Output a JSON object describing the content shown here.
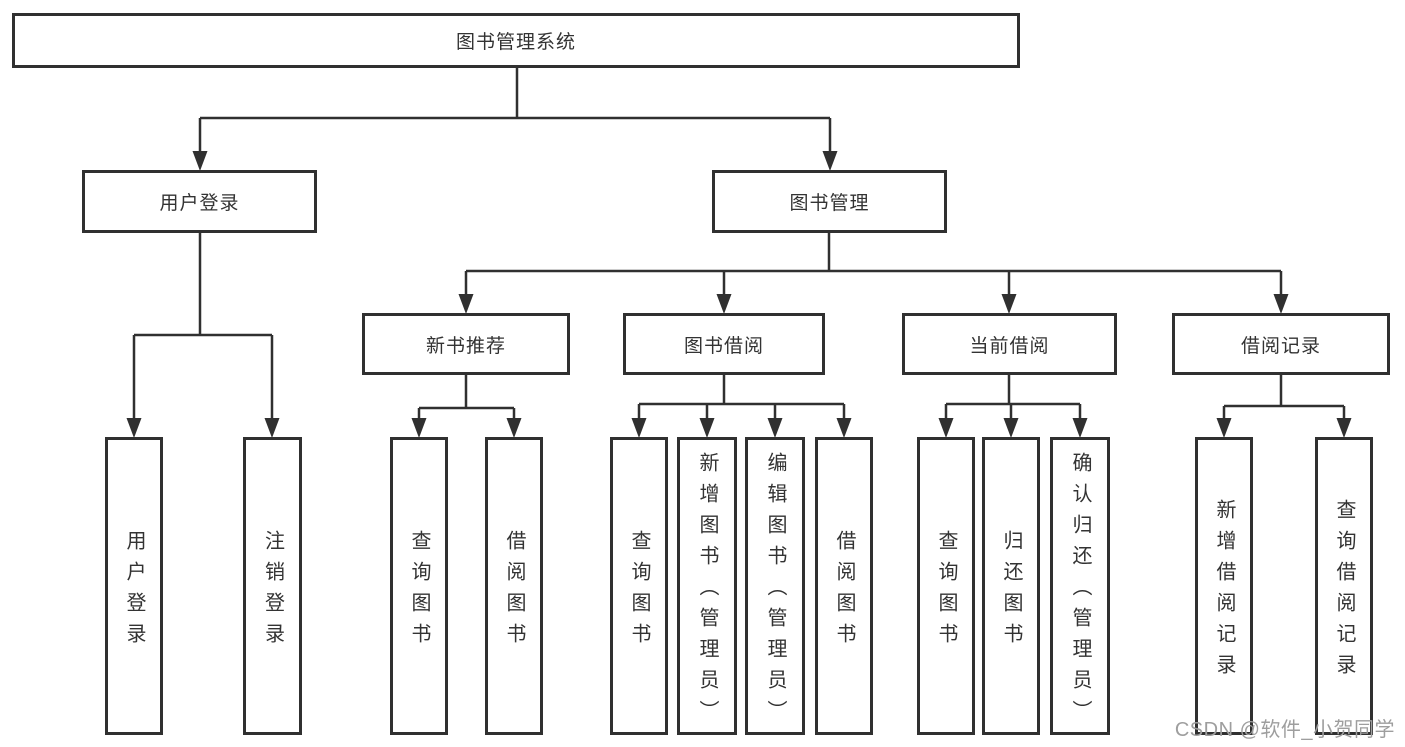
{
  "diagram": {
    "root_label": "图书管理系统",
    "level2": [
      {
        "id": "user-login",
        "label": "用户登录"
      },
      {
        "id": "book-management",
        "label": "图书管理"
      }
    ],
    "level3": [
      {
        "id": "new-book-recommend",
        "label": "新书推荐"
      },
      {
        "id": "book-borrow",
        "label": "图书借阅"
      },
      {
        "id": "current-borrow",
        "label": "当前借阅"
      },
      {
        "id": "borrow-records",
        "label": "借阅记录"
      }
    ],
    "leaves": [
      {
        "group": "user-login",
        "label": "用户登录"
      },
      {
        "group": "user-login",
        "label": "注销登录"
      },
      {
        "group": "new-book-recommend",
        "label": "查询图书"
      },
      {
        "group": "new-book-recommend",
        "label": "借阅图书"
      },
      {
        "group": "book-borrow",
        "label": "查询图书"
      },
      {
        "group": "book-borrow",
        "label": "新增图书（管理员）"
      },
      {
        "group": "book-borrow",
        "label": "编辑图书（管理员）"
      },
      {
        "group": "book-borrow",
        "label": "借阅图书"
      },
      {
        "group": "current-borrow",
        "label": "查询图书"
      },
      {
        "group": "current-borrow",
        "label": "归还图书"
      },
      {
        "group": "current-borrow",
        "label": "确认归还（管理员）"
      },
      {
        "group": "borrow-records",
        "label": "新增借阅记录"
      },
      {
        "group": "borrow-records",
        "label": "查询借阅记录"
      }
    ],
    "watermark": "CSDN @软件_小贺同学",
    "colors": {
      "line": "#303030",
      "text": "#333333",
      "watermark": "#9e9e9e",
      "background": "#ffffff"
    }
  }
}
